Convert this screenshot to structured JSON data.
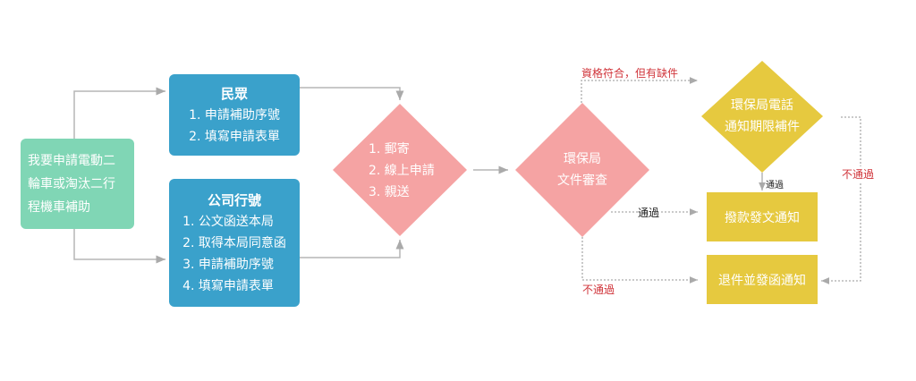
{
  "start": {
    "text": "我要申請電動二輪車或淘汰二行程機車補助"
  },
  "public_box": {
    "title": "民眾",
    "steps": [
      "1. 申請補助序號",
      "2. 填寫申請表單"
    ]
  },
  "company_box": {
    "title": "公司行號",
    "steps": [
      "1. 公文函送本局",
      "2. 取得本局同意函",
      "3. 申請補助序號",
      "4. 填寫申請表單"
    ]
  },
  "submit_diamond": {
    "steps": [
      "1. 郵寄",
      "2. 線上申請",
      "3. 親送"
    ]
  },
  "review_diamond": {
    "lines": [
      "環保局",
      "文件審查"
    ]
  },
  "supplement_diamond": {
    "lines": [
      "環保局電話",
      "通知期限補件"
    ]
  },
  "approve_box": {
    "text": "撥款發文通知"
  },
  "reject_box": {
    "text": "退件並發函通知"
  },
  "labels": {
    "missing_docs": "資格符合，但有缺件",
    "pass": "通過",
    "fail": "不通過",
    "supplement_pass": "通過",
    "supplement_fail": "不通過"
  },
  "colors": {
    "green": "#80d6b5",
    "blue": "#3aa1cb",
    "pink": "#f5a3a3",
    "yellow": "#e6c93f",
    "red_label": "#d0343a"
  }
}
